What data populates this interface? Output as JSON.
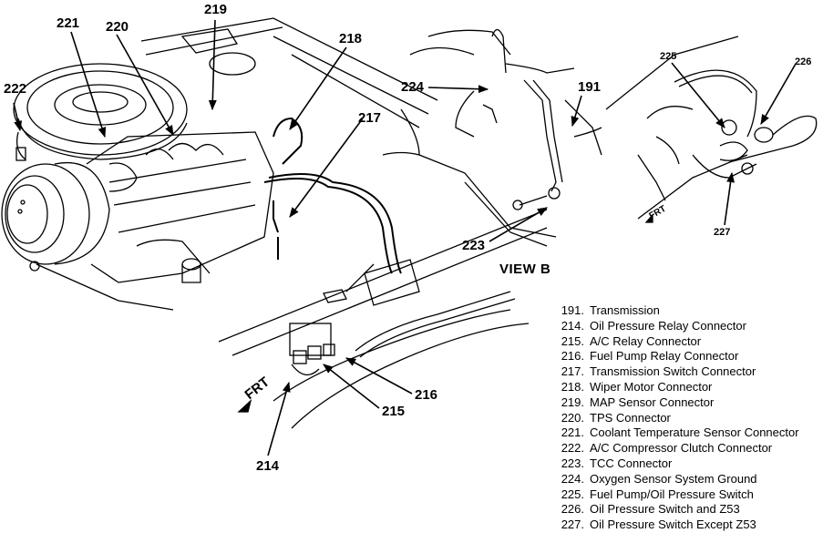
{
  "diagram": {
    "main_view": {
      "callouts": [
        "221",
        "220",
        "219",
        "218",
        "217",
        "222",
        "214",
        "215",
        "216"
      ],
      "direction_marker": "FRT"
    },
    "view_b": {
      "title": "VIEW B",
      "callouts": [
        "224",
        "191",
        "223"
      ]
    },
    "detail_view": {
      "callouts": [
        "225",
        "226",
        "227"
      ],
      "direction_marker": "FRT"
    }
  },
  "legend": [
    {
      "num": "191.",
      "text": "Transmission"
    },
    {
      "num": "214.",
      "text": "Oil Pressure Relay Connector"
    },
    {
      "num": "215.",
      "text": "A/C Relay Connector"
    },
    {
      "num": "216.",
      "text": "Fuel Pump Relay Connector"
    },
    {
      "num": "217.",
      "text": "Transmission Switch Connector"
    },
    {
      "num": "218.",
      "text": "Wiper Motor Connector"
    },
    {
      "num": "219.",
      "text": "MAP Sensor Connector"
    },
    {
      "num": "220.",
      "text": "TPS Connector"
    },
    {
      "num": "221.",
      "text": "Coolant Temperature Sensor Connector"
    },
    {
      "num": "222.",
      "text": "A/C Compressor Clutch Connector"
    },
    {
      "num": "223.",
      "text": "TCC Connector"
    },
    {
      "num": "224.",
      "text": "Oxygen Sensor System Ground"
    },
    {
      "num": "225.",
      "text": "Fuel Pump/Oil Pressure Switch"
    },
    {
      "num": "226.",
      "text": "Oil Pressure Switch and Z53"
    },
    {
      "num": "227.",
      "text": "Oil Pressure Switch Except Z53"
    }
  ]
}
